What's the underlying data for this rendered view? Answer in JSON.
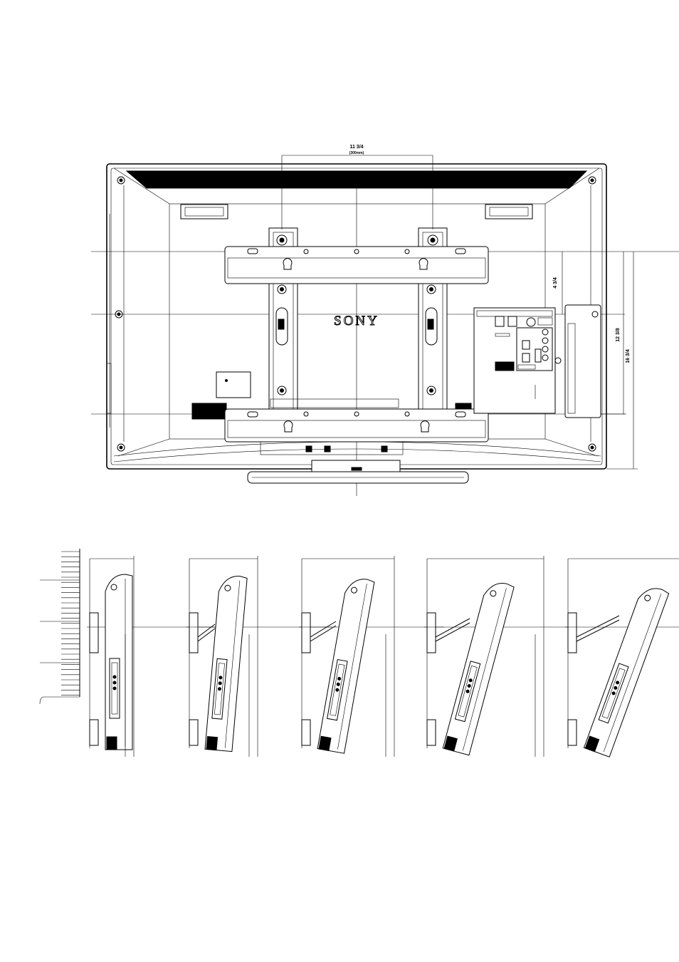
{
  "brand": "SONY",
  "rear_view": {
    "top_dim_main": "11 3/4",
    "top_dim_sub": "(300mm)",
    "right_dim_1": "4 3/4",
    "right_dim_2": "12 3/8",
    "right_dim_3": "16 3/4"
  },
  "tilt_views": [
    {
      "id": "tilt-0"
    },
    {
      "id": "tilt-5"
    },
    {
      "id": "tilt-10"
    },
    {
      "id": "tilt-15"
    },
    {
      "id": "tilt-20"
    }
  ]
}
